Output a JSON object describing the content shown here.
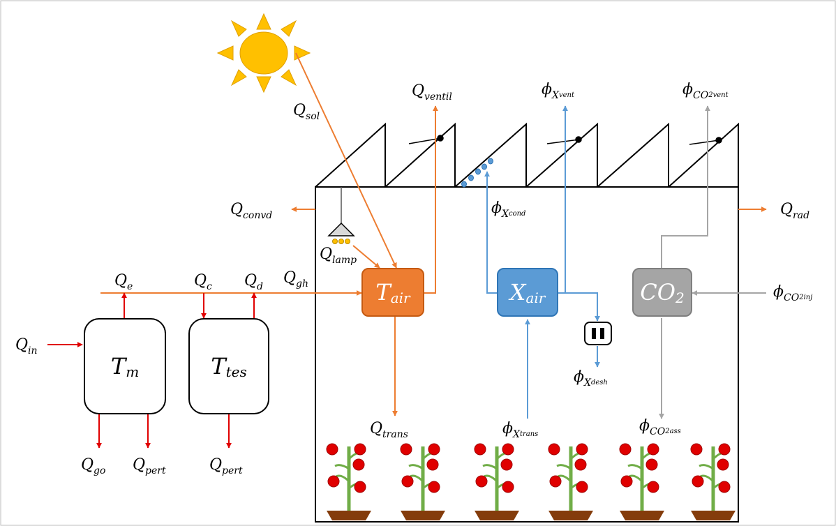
{
  "colors": {
    "heat": "#ED7D31",
    "humidity": "#5B9BD5",
    "co2": "#A5A5A5",
    "energy_storage": "#E00000",
    "sun": "#FFC000"
  },
  "nodes": {
    "t_air": {
      "main": "T",
      "sub": "air"
    },
    "x_air": {
      "main": "X",
      "sub": "air"
    },
    "co2": {
      "main": "CO",
      "sub": "2"
    },
    "t_m": {
      "main": "T",
      "sub": "m"
    },
    "t_tes": {
      "main": "T",
      "sub": "tes"
    }
  },
  "labels": {
    "q_sol": {
      "main": "Q",
      "sub": "sol"
    },
    "q_ventil": {
      "main": "Q",
      "sub": "ventil"
    },
    "phi_x_vent": {
      "main": "ϕ",
      "sub": "X",
      "subsub": "vent"
    },
    "phi_co2_vent": {
      "main": "ϕ",
      "sub": "CO",
      "subsub": "2vent"
    },
    "q_convd": {
      "main": "Q",
      "sub": "convd"
    },
    "q_rad": {
      "main": "Q",
      "sub": "rad"
    },
    "phi_x_cond": {
      "main": "ϕ",
      "sub": "X",
      "subsub": "cond"
    },
    "q_lamp": {
      "main": "Q",
      "sub": "lamp"
    },
    "q_e": {
      "main": "Q",
      "sub": "e"
    },
    "q_c": {
      "main": "Q",
      "sub": "c"
    },
    "q_d": {
      "main": "Q",
      "sub": "d"
    },
    "q_gh": {
      "main": "Q",
      "sub": "gh"
    },
    "phi_co2_inj": {
      "main": "ϕ",
      "sub": "CO",
      "subsub": "2inj"
    },
    "q_in": {
      "main": "Q",
      "sub": "in"
    },
    "phi_x_desh": {
      "main": "ϕ",
      "sub": "X",
      "subsub": "desh"
    },
    "q_trans": {
      "main": "Q",
      "sub": "trans"
    },
    "phi_x_trans": {
      "main": "ϕ",
      "sub": "X",
      "subsub": "trans"
    },
    "phi_co2_ass": {
      "main": "ϕ",
      "sub": "CO",
      "subsub": "2ass"
    },
    "q_go": {
      "main": "Q",
      "sub": "go"
    },
    "q_pert_m": {
      "main": "Q",
      "sub": "pert"
    },
    "q_pert_tes": {
      "main": "Q",
      "sub": "pert"
    }
  }
}
